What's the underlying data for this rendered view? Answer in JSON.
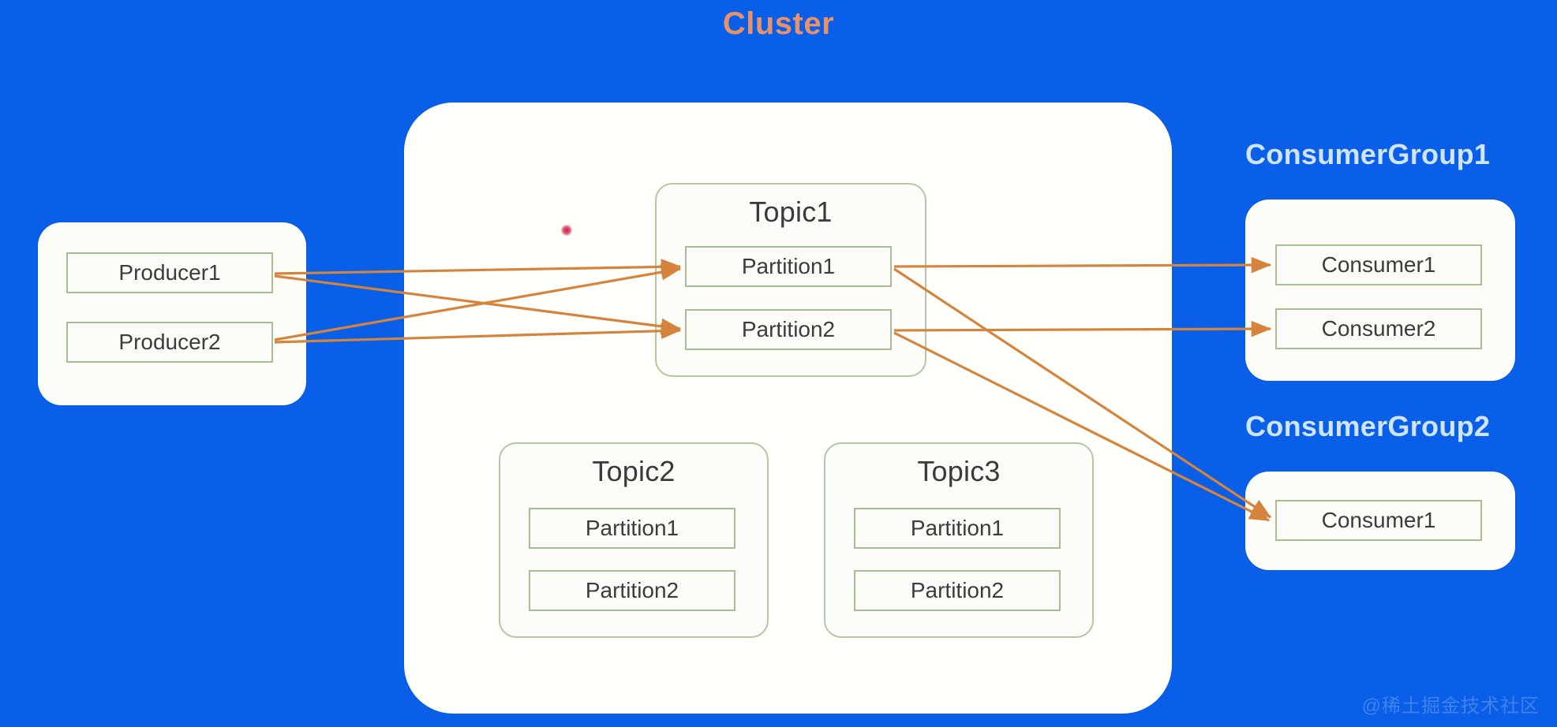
{
  "diagram": {
    "title": "Cluster",
    "title_color": "#e8926a",
    "background_color": "#0a5fe8",
    "box_border_color": "#a7bd93",
    "arrow_color": "#d4843c",
    "watermark": "@稀土掘金技术社区"
  },
  "producers": {
    "items": [
      {
        "label": "Producer1"
      },
      {
        "label": "Producer2"
      }
    ]
  },
  "cluster": {
    "topics": [
      {
        "name": "Topic1",
        "partitions": [
          {
            "label": "Partition1"
          },
          {
            "label": "Partition2"
          }
        ]
      },
      {
        "name": "Topic2",
        "partitions": [
          {
            "label": "Partition1"
          },
          {
            "label": "Partition2"
          }
        ]
      },
      {
        "name": "Topic3",
        "partitions": [
          {
            "label": "Partition1"
          },
          {
            "label": "Partition2"
          }
        ]
      }
    ]
  },
  "consumer_groups": [
    {
      "name": "ConsumerGroup1",
      "consumers": [
        {
          "label": "Consumer1"
        },
        {
          "label": "Consumer2"
        }
      ]
    },
    {
      "name": "ConsumerGroup2",
      "consumers": [
        {
          "label": "Consumer1"
        }
      ]
    }
  ],
  "connections": [
    {
      "from": "Producer1",
      "to": "Topic1/Partition1"
    },
    {
      "from": "Producer1",
      "to": "Topic1/Partition2"
    },
    {
      "from": "Producer2",
      "to": "Topic1/Partition1"
    },
    {
      "from": "Producer2",
      "to": "Topic1/Partition2"
    },
    {
      "from": "Topic1/Partition1",
      "to": "ConsumerGroup1/Consumer1"
    },
    {
      "from": "Topic1/Partition2",
      "to": "ConsumerGroup1/Consumer2"
    },
    {
      "from": "Topic1/Partition1",
      "to": "ConsumerGroup2/Consumer1"
    },
    {
      "from": "Topic1/Partition2",
      "to": "ConsumerGroup2/Consumer1"
    }
  ]
}
